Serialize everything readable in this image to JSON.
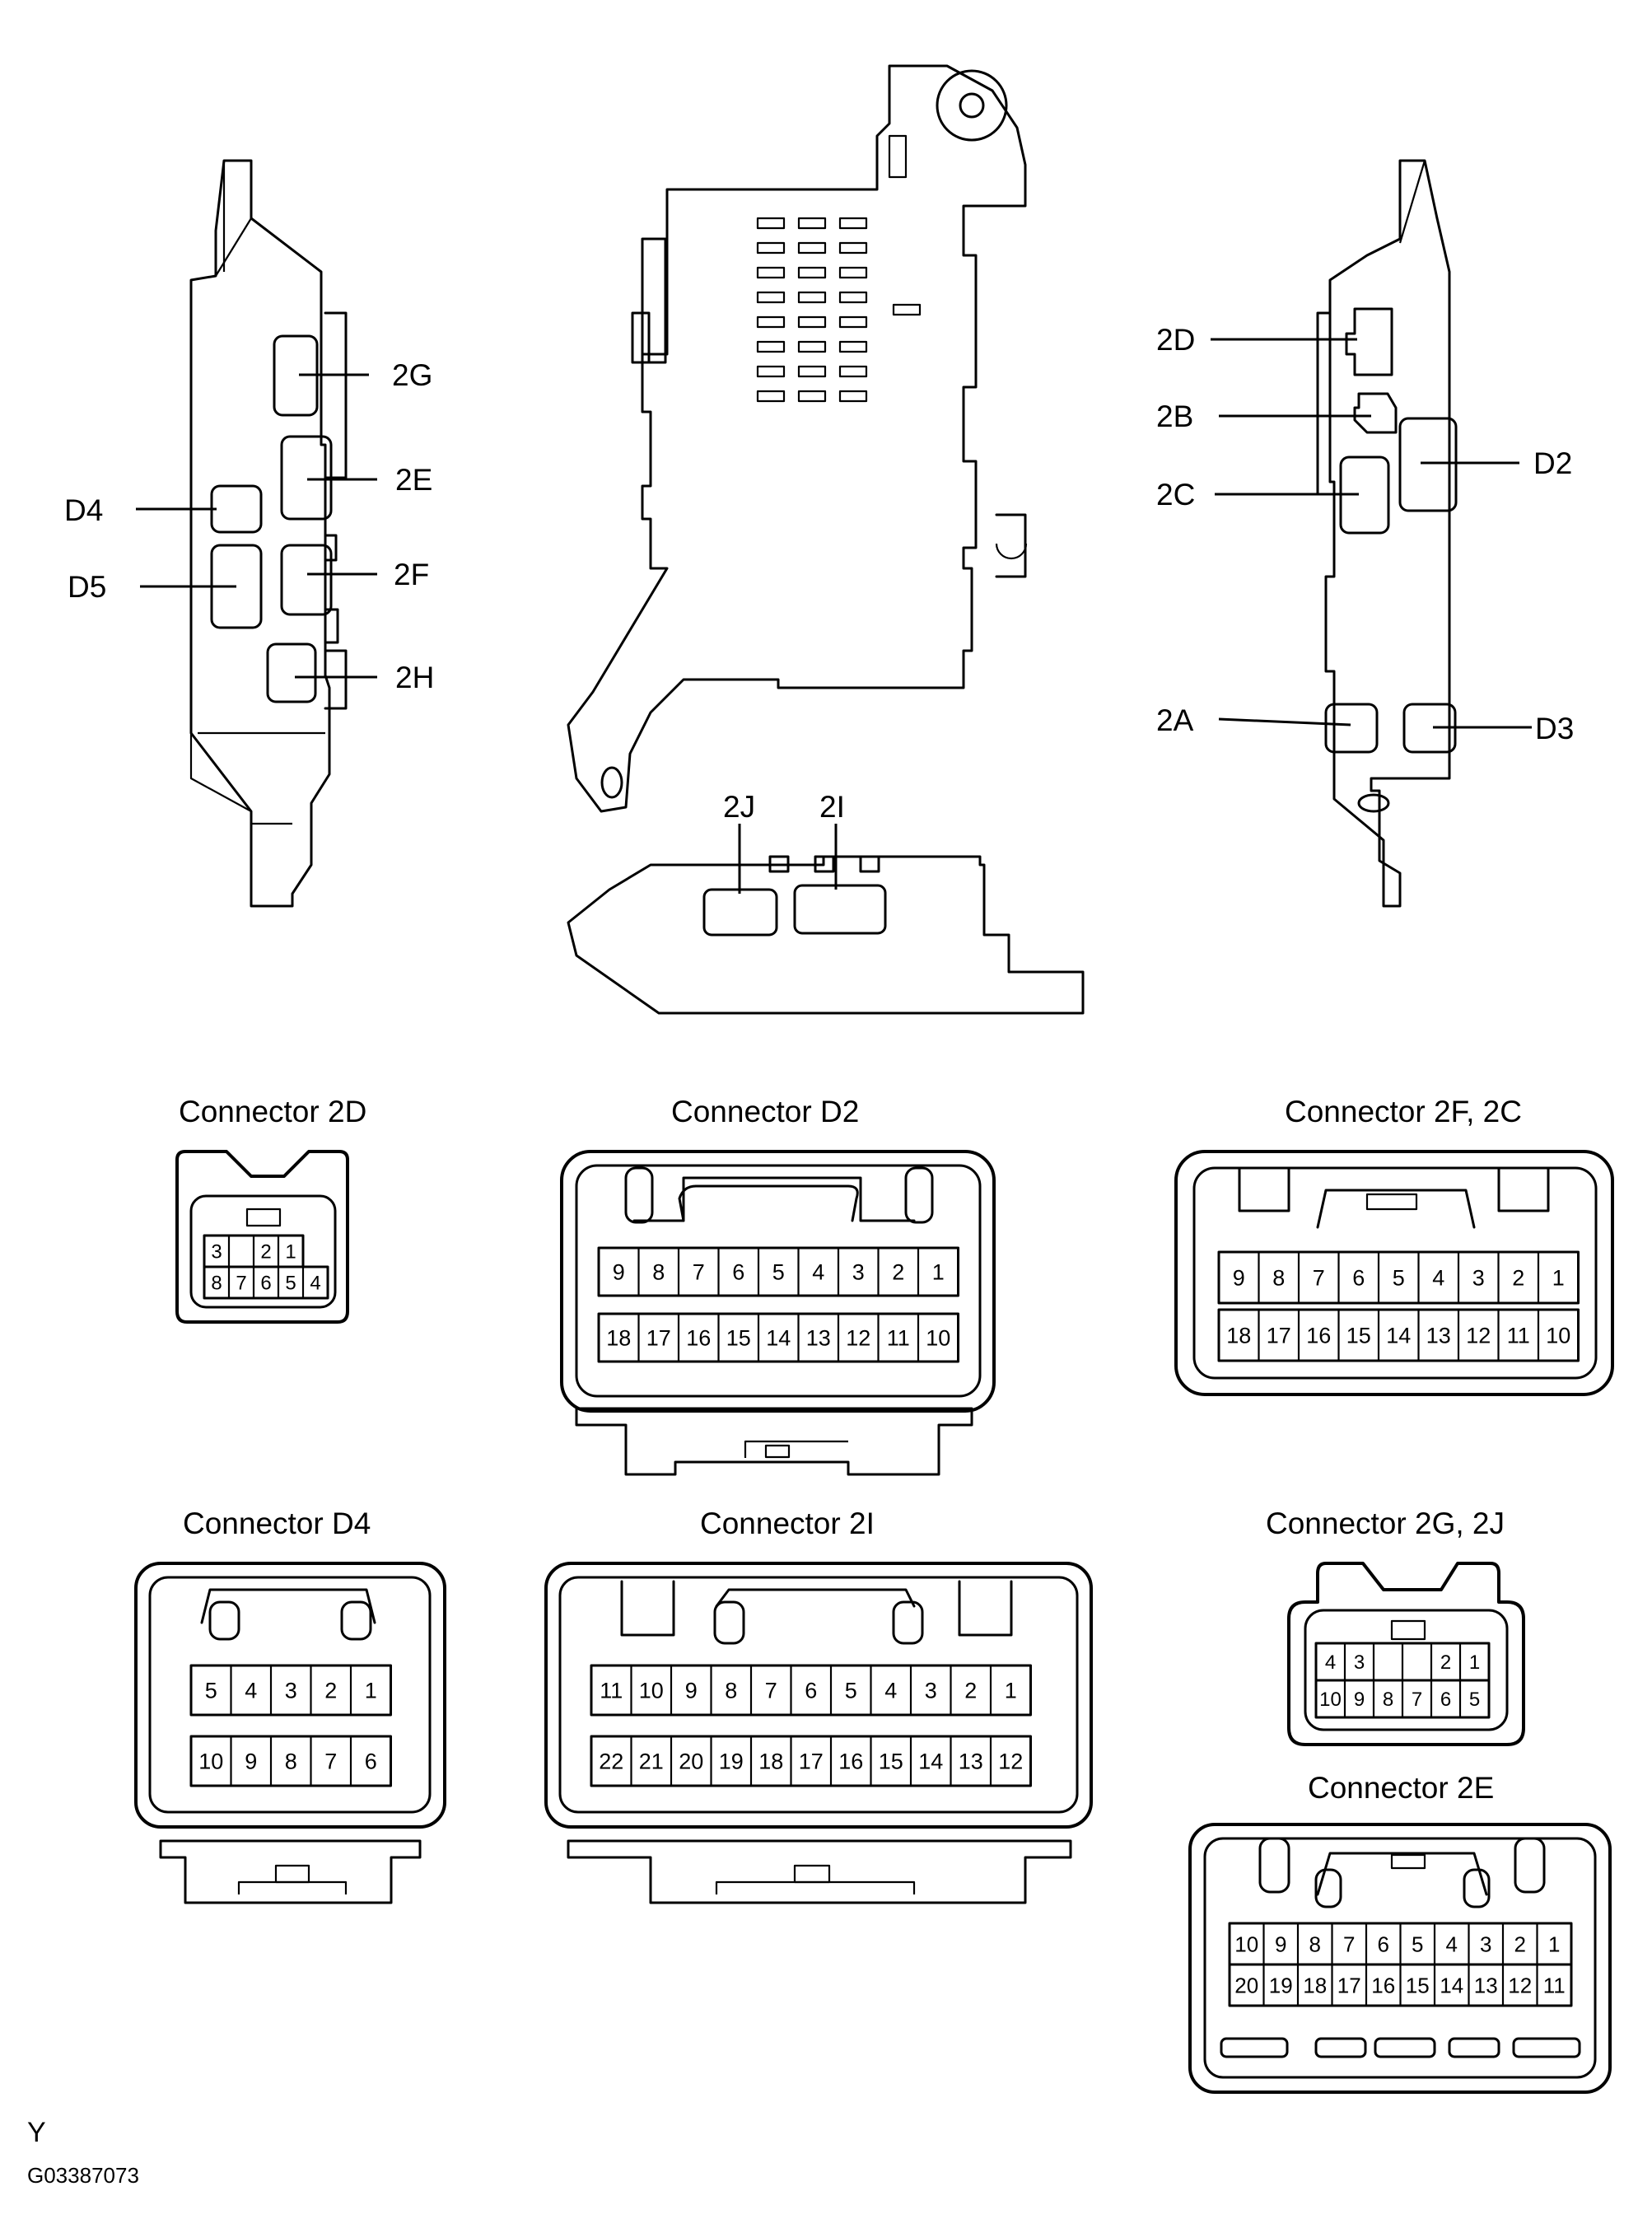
{
  "junction_block_labels": {
    "left_side": [
      "2G",
      "2E",
      "D4",
      "2F",
      "D5",
      "2H"
    ],
    "right_side": [
      "2D",
      "2B",
      "D2",
      "2C",
      "2A",
      "D3"
    ],
    "bottom_view": [
      "2J",
      "2I"
    ]
  },
  "labels": {
    "l_2G": "2G",
    "l_2E": "2E",
    "l_D4": "D4",
    "l_2F": "2F",
    "l_D5": "D5",
    "l_2H": "2H",
    "r_2D": "2D",
    "r_2B": "2B",
    "r_D2": "D2",
    "r_2C": "2C",
    "r_2A": "2A",
    "r_D3": "D3",
    "b_2J": "2J",
    "b_2I": "2I"
  },
  "connectors": {
    "c2D": {
      "title": "Connector 2D",
      "top_row": [
        "3",
        "",
        "2",
        "1"
      ],
      "bottom_row": [
        "8",
        "7",
        "6",
        "5",
        "4"
      ]
    },
    "cD2": {
      "title": "Connector D2",
      "top_row": [
        "9",
        "8",
        "7",
        "6",
        "5",
        "4",
        "3",
        "2",
        "1"
      ],
      "bottom_row": [
        "18",
        "17",
        "16",
        "15",
        "14",
        "13",
        "12",
        "11",
        "10"
      ]
    },
    "c2F2C": {
      "title": "Connector 2F, 2C",
      "top_row": [
        "9",
        "8",
        "7",
        "6",
        "5",
        "4",
        "3",
        "2",
        "1"
      ],
      "bottom_row": [
        "18",
        "17",
        "16",
        "15",
        "14",
        "13",
        "12",
        "11",
        "10"
      ]
    },
    "cD4": {
      "title": "Connector D4",
      "top_row": [
        "5",
        "4",
        "3",
        "2",
        "1"
      ],
      "bottom_row": [
        "10",
        "9",
        "8",
        "7",
        "6"
      ]
    },
    "c2I": {
      "title": "Connector 2I",
      "top_row": [
        "11",
        "10",
        "9",
        "8",
        "7",
        "6",
        "5",
        "4",
        "3",
        "2",
        "1"
      ],
      "bottom_row": [
        "22",
        "21",
        "20",
        "19",
        "18",
        "17",
        "16",
        "15",
        "14",
        "13",
        "12"
      ]
    },
    "c2G2J": {
      "title": "Connector 2G, 2J",
      "top_row": [
        "4",
        "3",
        "",
        "",
        "2",
        "1"
      ],
      "bottom_row": [
        "10",
        "9",
        "8",
        "7",
        "6",
        "5"
      ]
    },
    "c2E": {
      "title": "Connector 2E",
      "top_row": [
        "10",
        "9",
        "8",
        "7",
        "6",
        "5",
        "4",
        "3",
        "2",
        "1"
      ],
      "bottom_row": [
        "20",
        "19",
        "18",
        "17",
        "16",
        "15",
        "14",
        "13",
        "12",
        "11"
      ]
    }
  },
  "footer": {
    "view_letter": "Y",
    "figure_code": "G03387073"
  },
  "colors": {
    "line": "#000000",
    "background": "#ffffff"
  }
}
